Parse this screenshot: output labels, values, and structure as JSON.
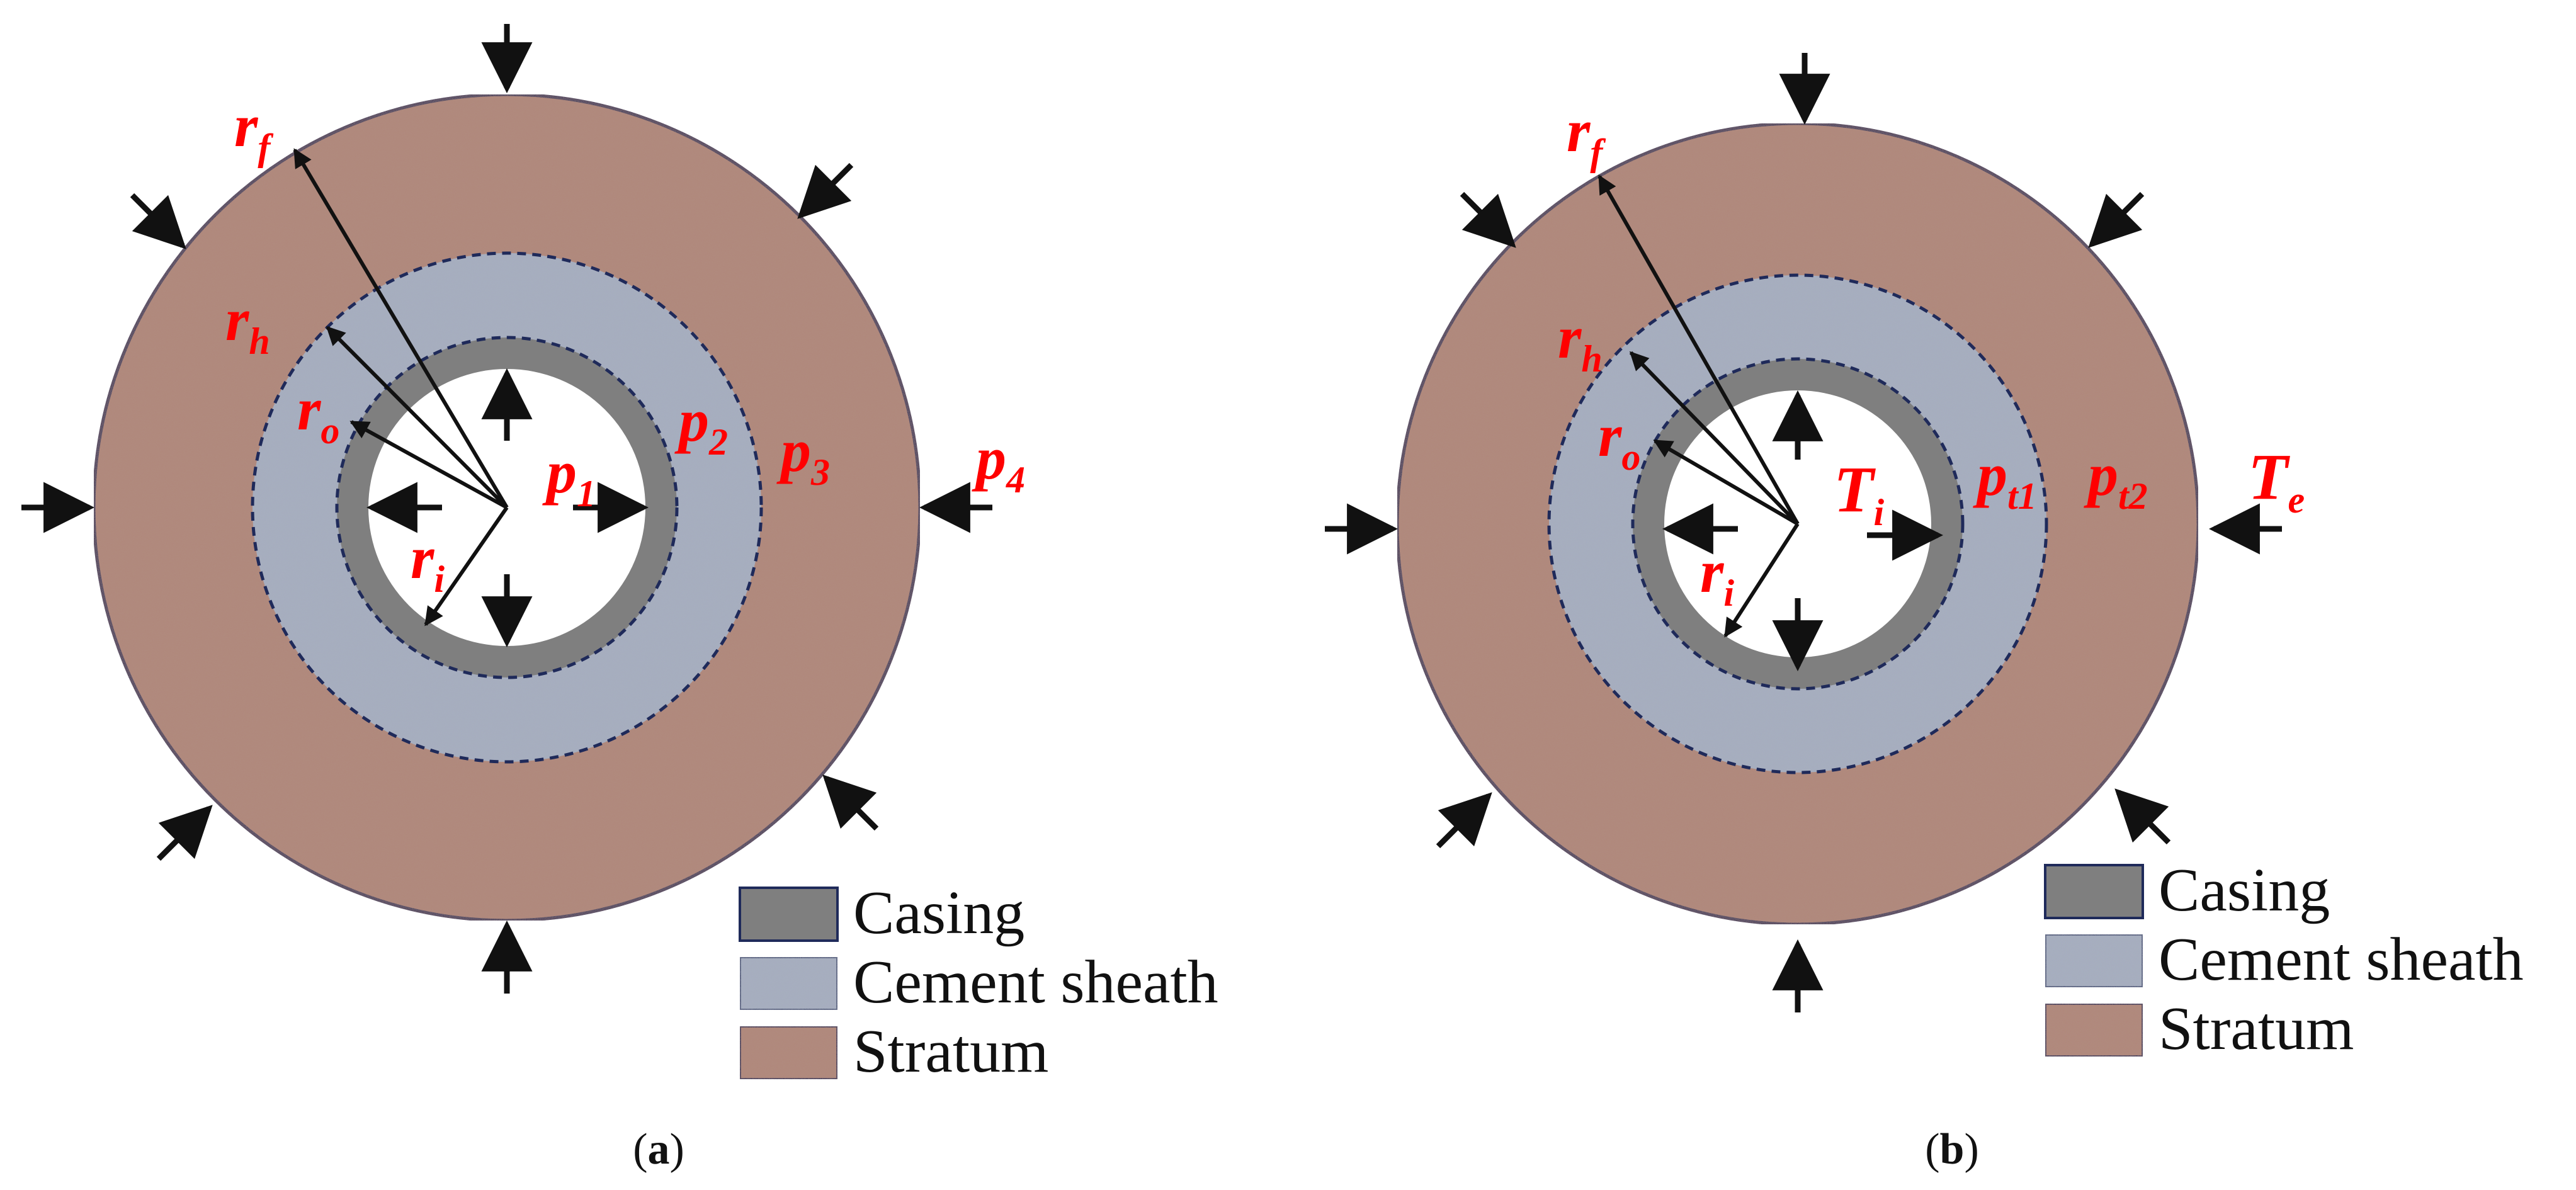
{
  "colors": {
    "casing": "#7f7f7f",
    "cement": "#a9b0bf",
    "stratum": "#b18779",
    "label_red": "#ff0000",
    "outline": "#1f2a5a"
  },
  "legend": {
    "casing": "Casing",
    "cement": "Cement sheath",
    "stratum": "Stratum"
  },
  "panel_a": {
    "caption_paren_open": "(",
    "caption_letter": "a",
    "caption_paren_close": ")",
    "r_f": {
      "main": "r",
      "sub": "f"
    },
    "r_h": {
      "main": "r",
      "sub": "h"
    },
    "r_o": {
      "main": "r",
      "sub": "o"
    },
    "r_i": {
      "main": "r",
      "sub": "i"
    },
    "p1": {
      "main": "p",
      "sub": "1"
    },
    "p2": {
      "main": "p",
      "sub": "2"
    },
    "p3": {
      "main": "p",
      "sub": "3"
    },
    "p4": {
      "main": "p",
      "sub": "4"
    }
  },
  "panel_b": {
    "caption_paren_open": "(",
    "caption_letter": "b",
    "caption_paren_close": ")",
    "r_f": {
      "main": "r",
      "sub": "f"
    },
    "r_h": {
      "main": "r",
      "sub": "h"
    },
    "r_o": {
      "main": "r",
      "sub": "o"
    },
    "r_i": {
      "main": "r",
      "sub": "i"
    },
    "Ti": {
      "main": "T",
      "sub": "i"
    },
    "pt1": {
      "main": "p",
      "sub": "t1"
    },
    "pt2": {
      "main": "p",
      "sub": "t2"
    },
    "Te": {
      "main": "T",
      "sub": "e"
    }
  }
}
